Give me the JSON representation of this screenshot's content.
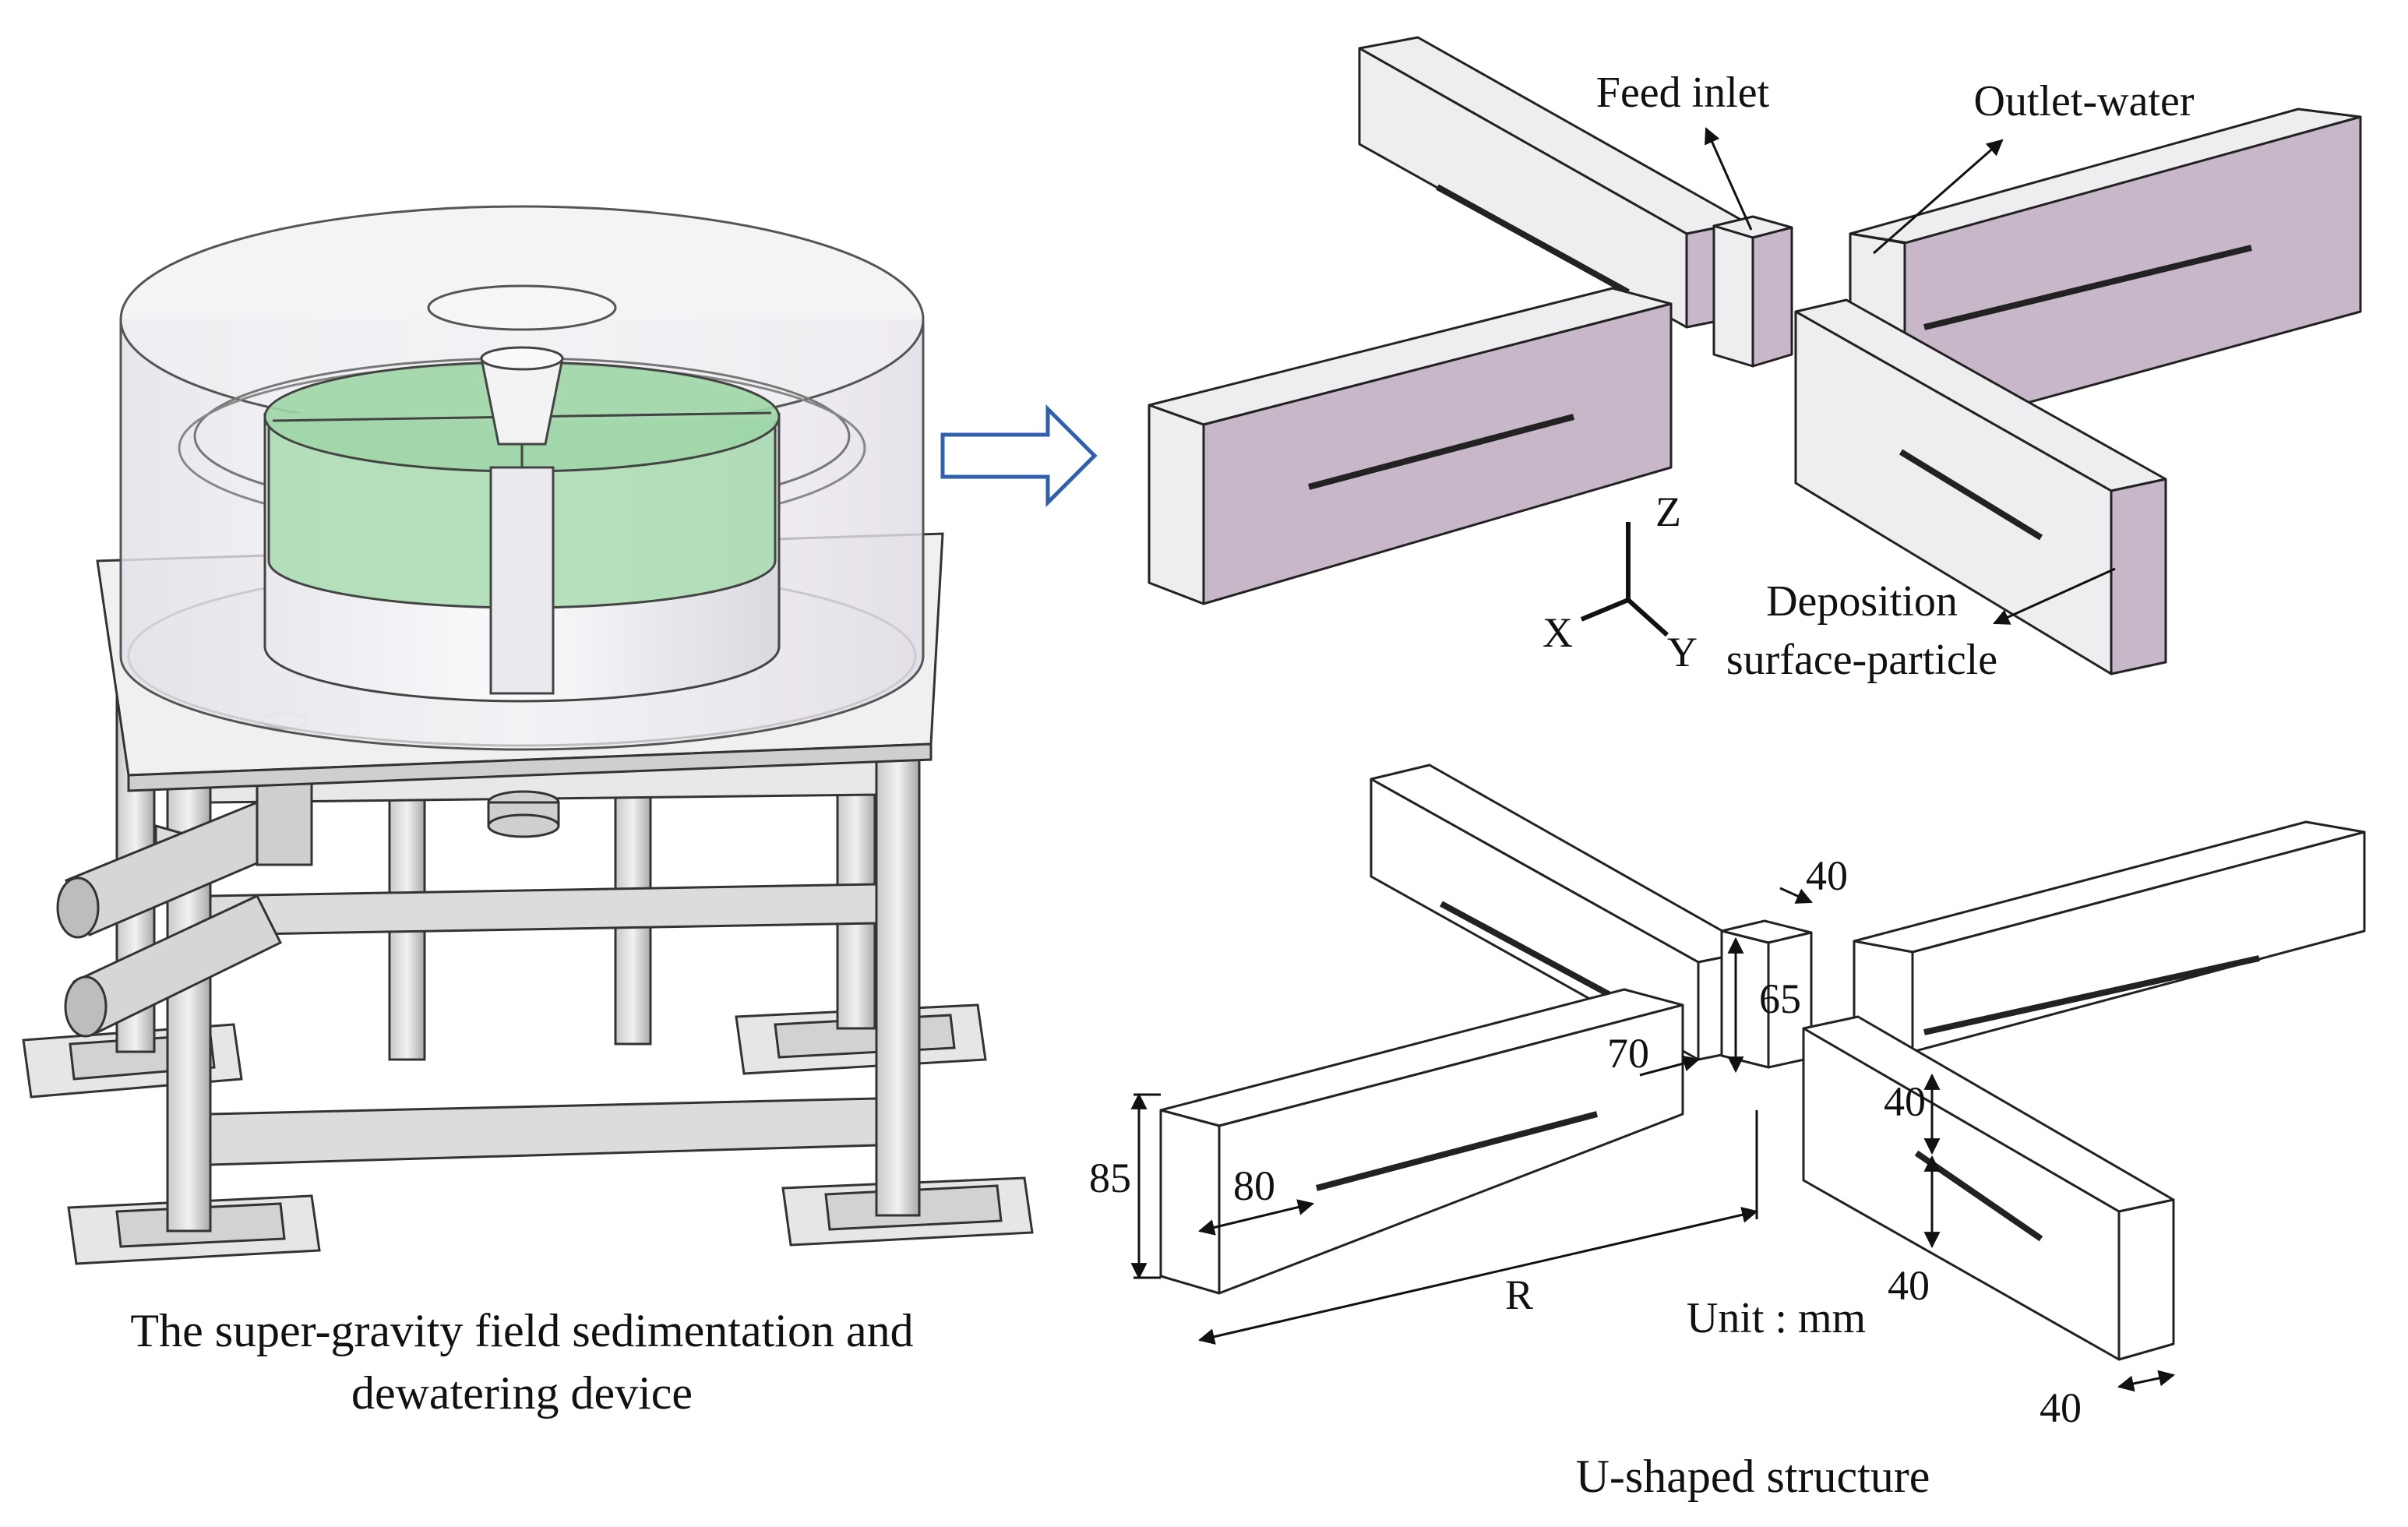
{
  "left_panel": {
    "caption_line1": "The super-gravity field sedimentation and",
    "caption_line2": "dewatering device"
  },
  "top_right": {
    "feed_inlet": "Feed inlet",
    "outlet_water": "Outlet-water",
    "deposition_line1": "Deposition",
    "deposition_line2": "surface-particle",
    "axis_x": "X",
    "axis_y": "Y",
    "axis_z": "Z"
  },
  "bottom_right": {
    "dim_40_top": "40",
    "dim_65": "65",
    "dim_70": "70",
    "dim_85": "85",
    "dim_80": "80",
    "dim_R": "R",
    "dim_40_mid": "40",
    "dim_40_lower": "40",
    "dim_40_bottom": "40",
    "unit": "Unit : mm",
    "caption": "U-shaped structure"
  },
  "colors": {
    "face_purple": "#c8b7c8",
    "face_light": "#eeeef1",
    "glass_green": "#a9dcb0",
    "arrow_blue": "#2e5fb0",
    "stroke": "#1a1a1a"
  }
}
